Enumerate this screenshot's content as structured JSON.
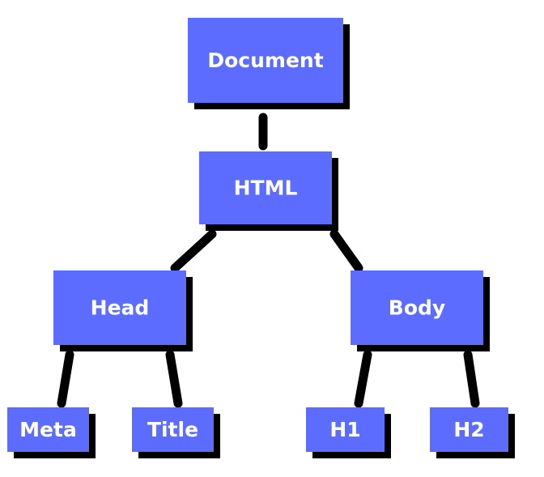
{
  "colors": {
    "node_fill": "#5b6cff",
    "shadow": "#000000",
    "connector": "#000000",
    "label": "#ffffff"
  },
  "tree": {
    "nodes": [
      {
        "id": "document",
        "label": "Document"
      },
      {
        "id": "html",
        "label": "HTML"
      },
      {
        "id": "head",
        "label": "Head"
      },
      {
        "id": "body",
        "label": "Body"
      },
      {
        "id": "meta",
        "label": "Meta"
      },
      {
        "id": "title",
        "label": "Title"
      },
      {
        "id": "h1",
        "label": "H1"
      },
      {
        "id": "h2",
        "label": "H2"
      }
    ],
    "edges": [
      {
        "from": "document",
        "to": "html"
      },
      {
        "from": "html",
        "to": "head"
      },
      {
        "from": "html",
        "to": "body"
      },
      {
        "from": "head",
        "to": "meta"
      },
      {
        "from": "head",
        "to": "title"
      },
      {
        "from": "body",
        "to": "h1"
      },
      {
        "from": "body",
        "to": "h2"
      }
    ]
  }
}
